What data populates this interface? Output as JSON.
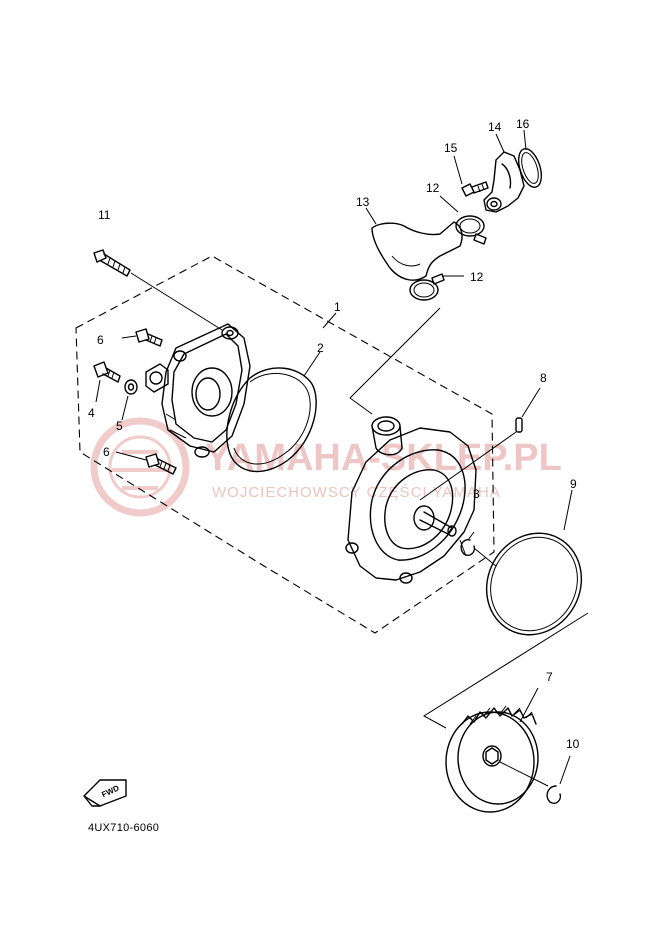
{
  "diagram_code": "4UX710-6060",
  "fwd_label": "FWD",
  "watermark": {
    "main": "YAMAHA-SKLEP.PL",
    "sub": "WOJCIECHOWSCY CZĘŚCI YAMAHA"
  },
  "callouts": [
    {
      "id": "label-1",
      "text": "1"
    },
    {
      "id": "label-2",
      "text": "2"
    },
    {
      "id": "label-3",
      "text": "3"
    },
    {
      "id": "label-4",
      "text": "4"
    },
    {
      "id": "label-5",
      "text": "5"
    },
    {
      "id": "label-6a",
      "text": "6"
    },
    {
      "id": "label-6b",
      "text": "6"
    },
    {
      "id": "label-7",
      "text": "7"
    },
    {
      "id": "label-8",
      "text": "8"
    },
    {
      "id": "label-9",
      "text": "9"
    },
    {
      "id": "label-10",
      "text": "10"
    },
    {
      "id": "label-11",
      "text": "11"
    },
    {
      "id": "label-12a",
      "text": "12"
    },
    {
      "id": "label-12b",
      "text": "12"
    },
    {
      "id": "label-13",
      "text": "13"
    },
    {
      "id": "label-14",
      "text": "14"
    },
    {
      "id": "label-15",
      "text": "15"
    },
    {
      "id": "label-16",
      "text": "16"
    }
  ]
}
